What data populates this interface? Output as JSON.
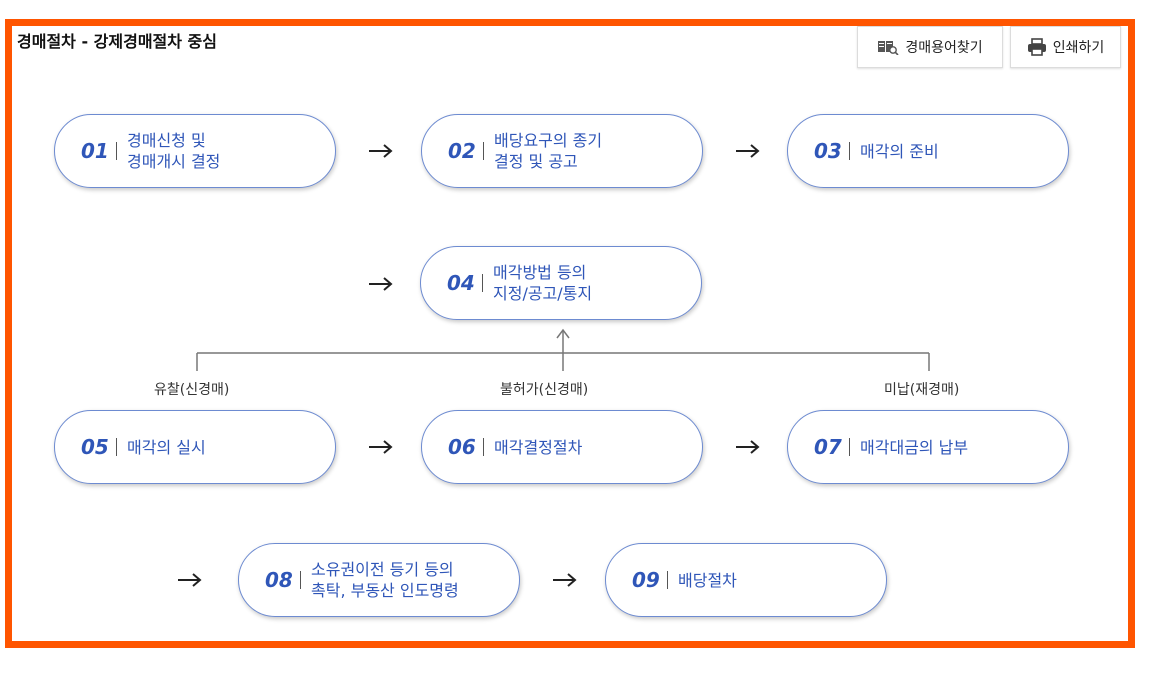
{
  "title": "경매절차 - 강제경매절차 중심",
  "buttons": {
    "glossary": "경매용어찾기",
    "print": "인쇄하기"
  },
  "icons": {
    "glossary": "book-search-icon",
    "print": "printer-icon",
    "arrow": "arrow-right-icon"
  },
  "steps": [
    {
      "num": "01",
      "label": "경매신청 및\n경매개시 결정"
    },
    {
      "num": "02",
      "label": "배당요구의 종기\n결정 및 공고"
    },
    {
      "num": "03",
      "label": "매각의 준비"
    },
    {
      "num": "04",
      "label": "매각방법 등의\n지정/공고/통지"
    },
    {
      "num": "05",
      "label": "매각의 실시"
    },
    {
      "num": "06",
      "label": "매각결정절차"
    },
    {
      "num": "07",
      "label": "매각대금의 납부"
    },
    {
      "num": "08",
      "label": "소유권이전 등기 등의\n촉탁, 부동산 인도명령"
    },
    {
      "num": "09",
      "label": "배당절차"
    }
  ],
  "branch_labels": {
    "left": "유찰(신경매)",
    "middle": "불허가(신경매)",
    "right": "미납(재경매)"
  },
  "colors": {
    "frame": "#ff5500",
    "accent": "#2f56b8",
    "pill_border": "#6d8bd1"
  }
}
